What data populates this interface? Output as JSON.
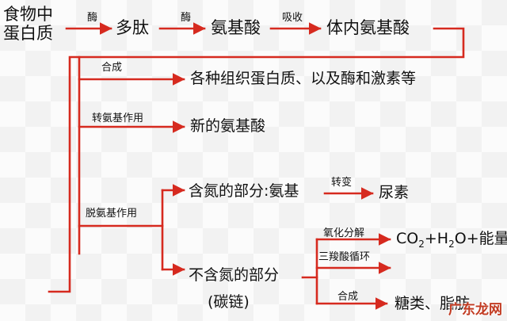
{
  "nodes": {
    "food_line1": "食物中",
    "food_line2": "蛋白质",
    "polypeptide": "多肽",
    "amino_acid": "氨基酸",
    "body_amino_acid": "体内氨基酸",
    "proteins_enzymes": "各种组织蛋白质、以及酶和激素等",
    "new_amino_acid": "新的氨基酸",
    "nitrogen_part": "含氮的部分:氨基",
    "urea": "尿素",
    "non_nitrogen_part": "不含氮的部分",
    "carbon_chain": "(碳链)",
    "products": {
      "part1": "CO",
      "sub1": "2",
      "part2": "+H",
      "sub2": "2",
      "part3": "O+能量"
    },
    "sugars_fats": "糖类、脂肪"
  },
  "labels": {
    "enzyme": "酶",
    "absorption": "吸收",
    "synthesis": "合成",
    "transamination": "转氨基作用",
    "deamination": "脱氨基作用",
    "conversion": "转变",
    "oxidation": "氧化分解",
    "tca": "三羧酸循环"
  },
  "colors": {
    "arrow": "#d62a1f",
    "text": "#111111"
  },
  "watermark": "广东龙网"
}
